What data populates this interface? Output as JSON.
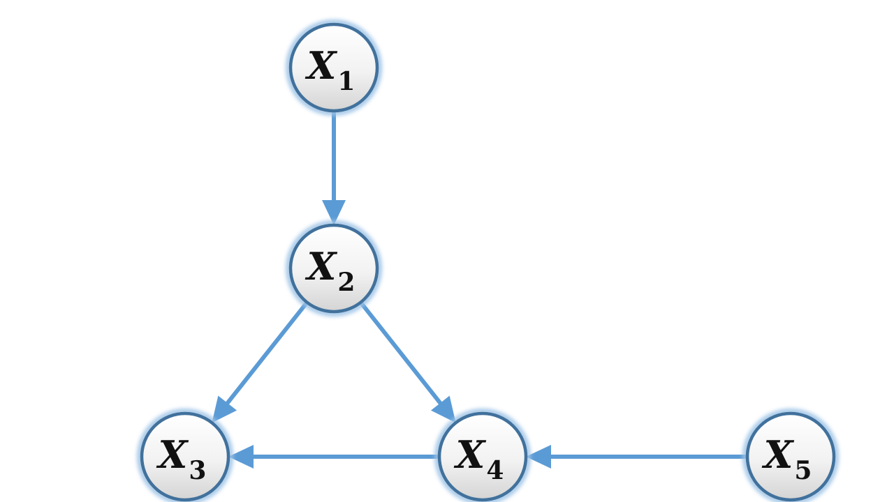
{
  "diagram": {
    "type": "directed-graph",
    "colors": {
      "edge": "#5b9bd5",
      "node_border": "#41719c",
      "node_glow": "#9dc3e6",
      "node_fill_top": "#ffffff",
      "node_fill_bottom": "#d9d9d9",
      "label": "#111111"
    },
    "nodes": [
      {
        "id": "x1",
        "var": "X",
        "sub": "1"
      },
      {
        "id": "x2",
        "var": "X",
        "sub": "2"
      },
      {
        "id": "x3",
        "var": "X",
        "sub": "3"
      },
      {
        "id": "x4",
        "var": "X",
        "sub": "4"
      },
      {
        "id": "x5",
        "var": "X",
        "sub": "5"
      }
    ],
    "edges": [
      {
        "from": "x1",
        "to": "x2"
      },
      {
        "from": "x2",
        "to": "x3"
      },
      {
        "from": "x2",
        "to": "x4"
      },
      {
        "from": "x4",
        "to": "x3"
      },
      {
        "from": "x5",
        "to": "x4"
      }
    ]
  }
}
